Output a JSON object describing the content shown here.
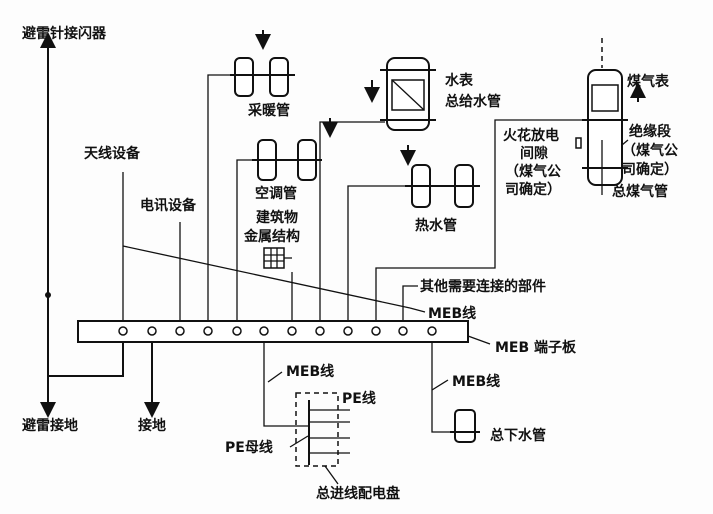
{
  "labels": {
    "lightning_rod": "避雷针接闪器",
    "antenna": "天线设备",
    "telecom": "电讯设备",
    "heating_pipe": "采暖管",
    "ac_pipe": "空调管",
    "building_metal_1": "建筑物",
    "building_metal_2": "金属结构",
    "water_meter": "水表",
    "main_water_pipe": "总给水管",
    "hot_water_pipe": "热水管",
    "spark_gap_1": "火花放电",
    "spark_gap_2": "间隙",
    "spark_gap_3": "（煤气公",
    "spark_gap_4": "司确定）",
    "gas_meter": "煤气表",
    "insulation_1": "绝缘段",
    "insulation_2": "（煤气公",
    "insulation_3": "司确定）",
    "main_gas_pipe": "总煤气管",
    "other_parts": "其他需要连接的部件",
    "meb_line_top": "MEB线",
    "meb_terminal": "MEB 端子板",
    "meb_line_left": "MEB线",
    "pe_line": "PE线",
    "pe_bus": "PE母线",
    "distribution_board": "总进线配电盘",
    "meb_line_right": "MEB线",
    "drain_pipe": "总下水管",
    "lightning_ground": "避雷接地",
    "ground": "接地"
  }
}
